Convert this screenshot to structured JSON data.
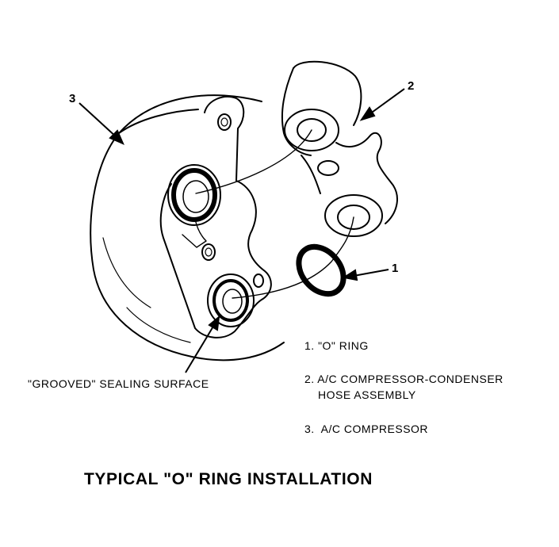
{
  "callouts": {
    "one": "1",
    "two": "2",
    "three": "3"
  },
  "grooved_label": "\"GROOVED\" SEALING SURFACE",
  "legend": [
    {
      "text": "1. \"O\" RING"
    },
    {
      "text": "2. A/C COMPRESSOR-CONDENSER",
      "text2": "HOSE ASSEMBLY"
    },
    {
      "text": "3.  A/C COMPRESSOR"
    }
  ],
  "caption": "TYPICAL \"O\" RING INSTALLATION"
}
